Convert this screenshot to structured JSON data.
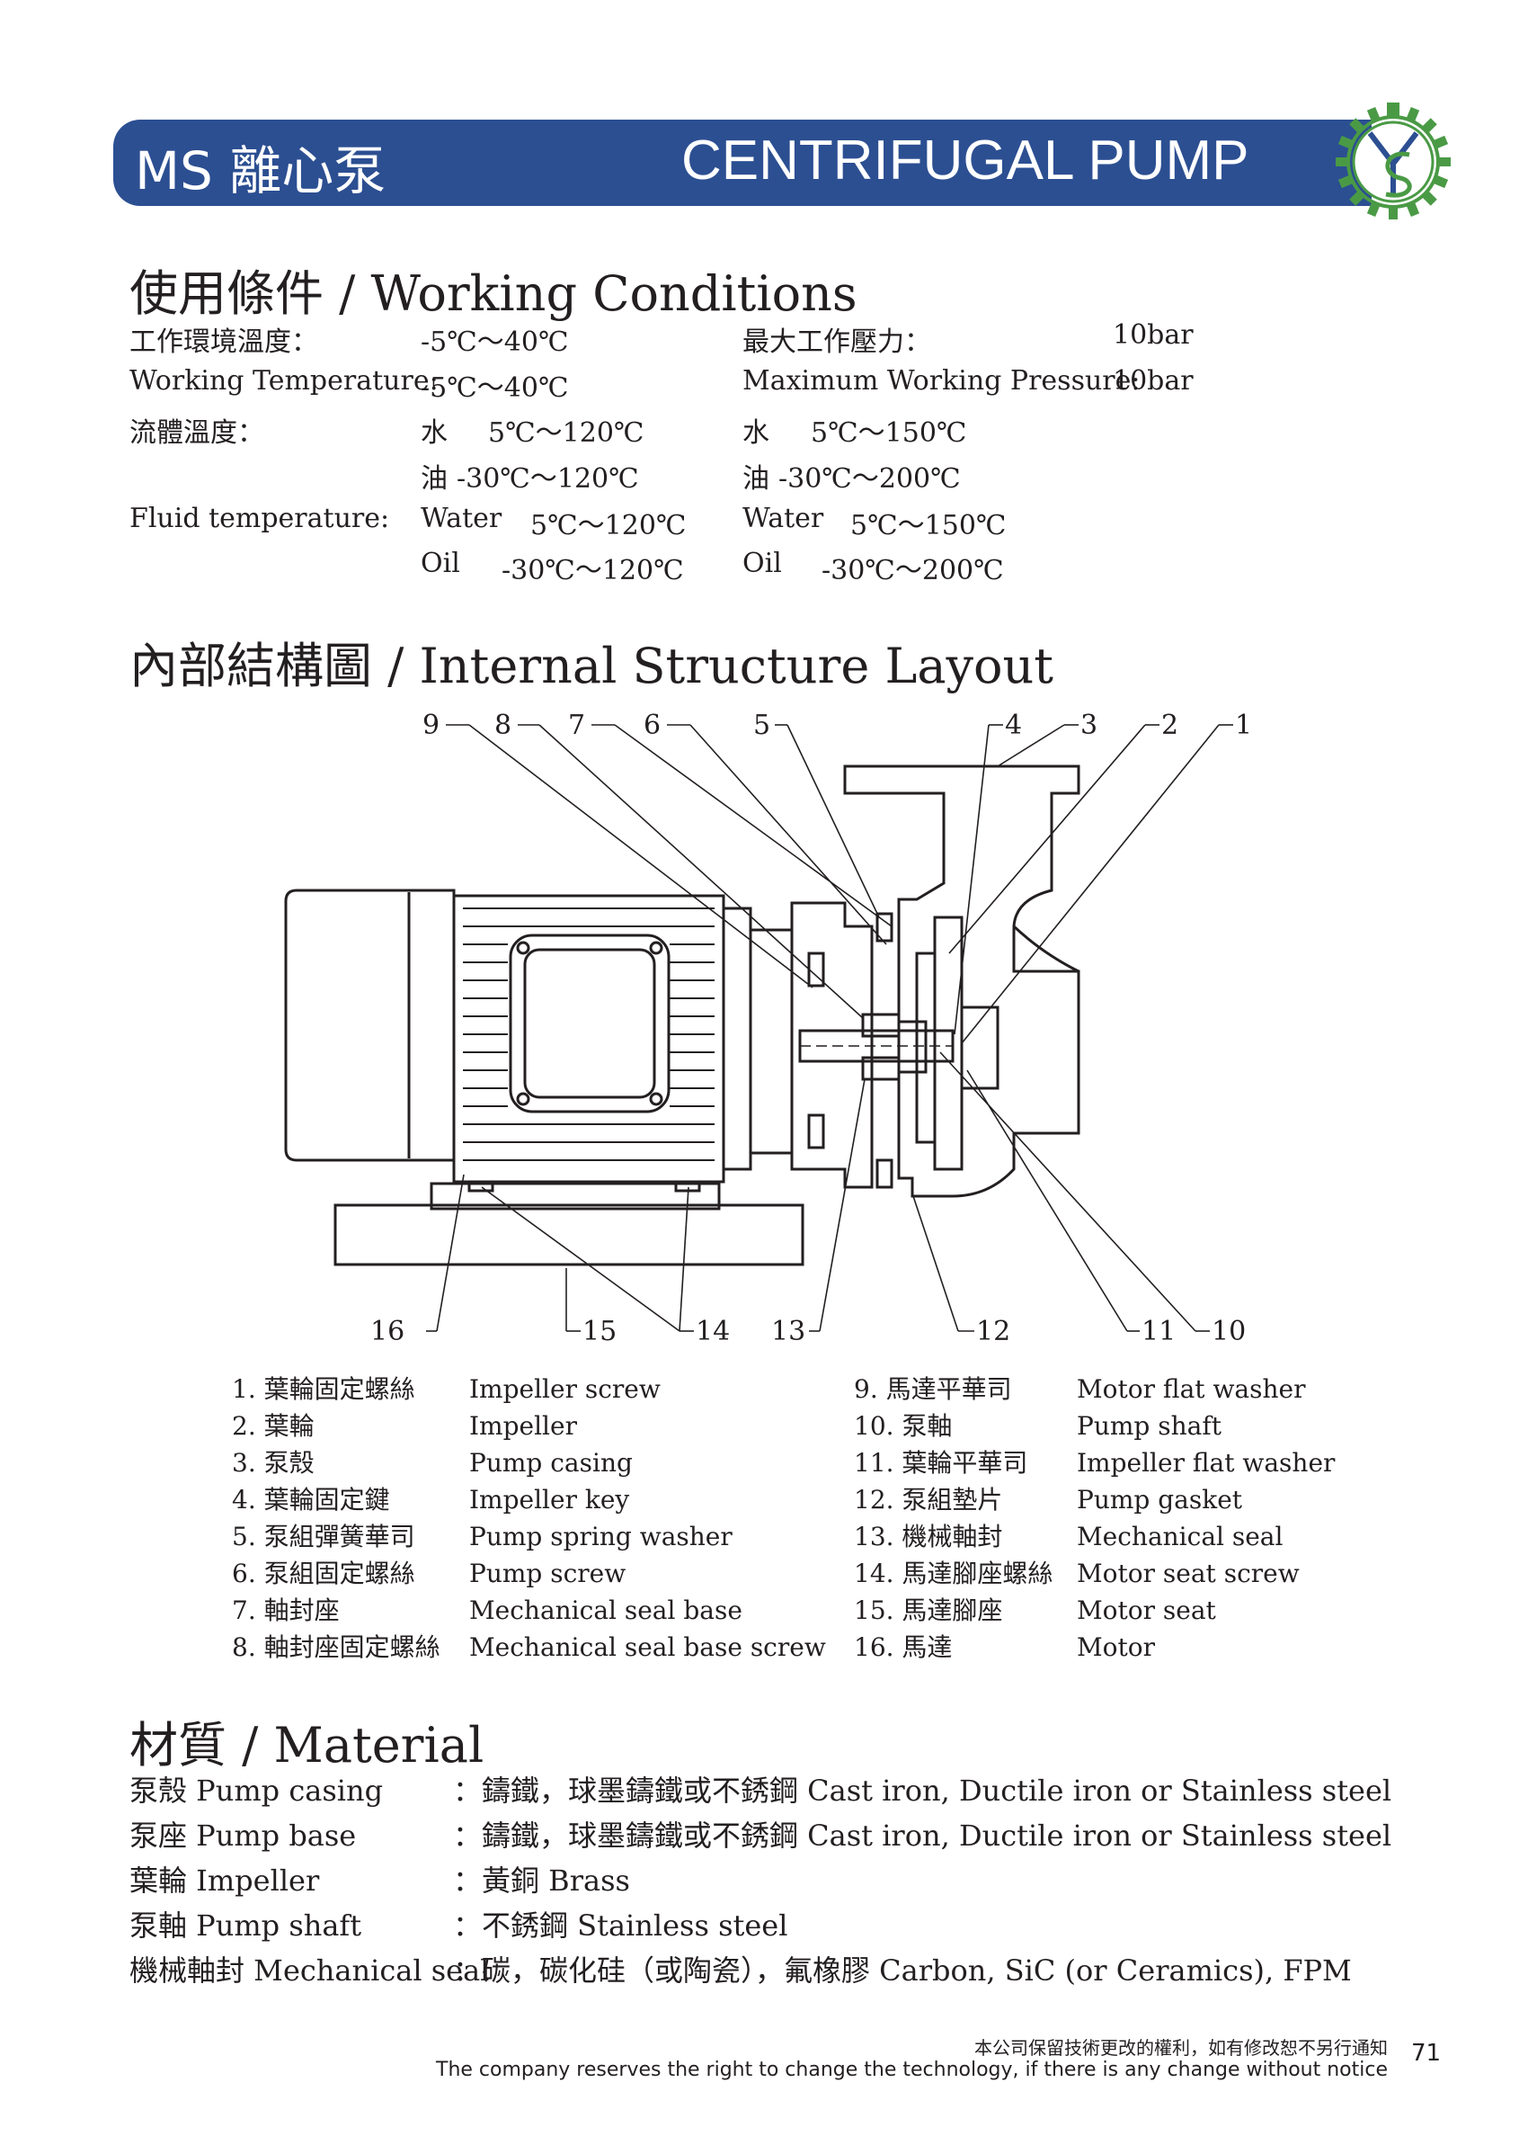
{
  "header": {
    "left_title": "MS 離心泵",
    "right_title": "CENTRIFUGAL PUMP",
    "logo_icon": "ys-gear-logo"
  },
  "colors": {
    "banner": "#2c4f92",
    "logo_green": "#4a9a45",
    "logo_blue": "#2c4f92"
  },
  "working": {
    "heading": "使用條件 / Working Conditions",
    "env_temp_cn": "工作環境溫度：",
    "env_temp_cn_val": "-5℃～40℃",
    "env_temp_en": "Working Temperature:",
    "env_temp_en_val": "-5℃～40℃",
    "max_pressure_cn": "最大工作壓力：",
    "max_pressure_cn_val": "10bar",
    "max_pressure_en": "Maximum Working Pressure:",
    "max_pressure_en_val": "10bar",
    "fluid_cn": "流體溫度：",
    "fluid_en": "Fluid temperature:",
    "col1": {
      "water_cn": "水",
      "water_cn_val": "5℃～120℃",
      "oil_cn": "油",
      "oil_cn_val": "-30℃～120℃",
      "water_en": "Water",
      "water_en_val": "5℃～120℃",
      "oil_en": "Oil",
      "oil_en_val": "-30℃～120℃"
    },
    "col2": {
      "water_cn": "水",
      "water_cn_val": "5℃～150℃",
      "oil_cn": "油",
      "oil_cn_val": "-30℃～200℃",
      "water_en": "Water",
      "water_en_val": "5℃～150℃",
      "oil_en": "Oil",
      "oil_en_val": "-30℃～200℃"
    }
  },
  "structure": {
    "heading": "內部結構圖 / Internal Structure Layout",
    "callouts_top": [
      "9",
      "8",
      "7",
      "6",
      "5",
      "4",
      "3",
      "2",
      "1"
    ],
    "callouts_bottom": [
      "16",
      "15",
      "14",
      "13",
      "12",
      "11",
      "10"
    ],
    "parts_left": [
      {
        "cn": "1. 葉輪固定螺絲",
        "en": "Impeller screw"
      },
      {
        "cn": "2. 葉輪",
        "en": "Impeller"
      },
      {
        "cn": "3. 泵殼",
        "en": "Pump casing"
      },
      {
        "cn": "4. 葉輪固定鍵",
        "en": "Impeller key"
      },
      {
        "cn": "5. 泵組彈簧華司",
        "en": "Pump spring washer"
      },
      {
        "cn": "6. 泵組固定螺絲",
        "en": "Pump screw"
      },
      {
        "cn": "7. 軸封座",
        "en": "Mechanical seal base"
      },
      {
        "cn": "8. 軸封座固定螺絲",
        "en": "Mechanical seal base screw"
      }
    ],
    "parts_right": [
      {
        "cn": "9. 馬達平華司",
        "en": "Motor flat washer"
      },
      {
        "cn": "10. 泵軸",
        "en": "Pump shaft"
      },
      {
        "cn": "11. 葉輪平華司",
        "en": "Impeller flat washer"
      },
      {
        "cn": "12. 泵組墊片",
        "en": "Pump gasket"
      },
      {
        "cn": "13. 機械軸封",
        "en": "Mechanical seal"
      },
      {
        "cn": "14. 馬達腳座螺絲",
        "en": "Motor seat screw"
      },
      {
        "cn": "15. 馬達腳座",
        "en": "Motor seat"
      },
      {
        "cn": "16. 馬達",
        "en": "Motor"
      }
    ]
  },
  "material": {
    "heading": "材質 / Material",
    "rows": [
      {
        "name": "泵殼 Pump casing",
        "value": "：鑄鐵，球墨鑄鐵或不銹鋼 Cast iron, Ductile iron or Stainless steel"
      },
      {
        "name": "泵座 Pump base",
        "value": "：鑄鐵，球墨鑄鐵或不銹鋼 Cast iron, Ductile iron or Stainless steel"
      },
      {
        "name": "葉輪 Impeller",
        "value": "：黃銅 Brass"
      },
      {
        "name": "泵軸 Pump shaft",
        "value": "：不銹鋼 Stainless steel"
      },
      {
        "name": "機械軸封 Mechanical seal",
        "value": "：碳，碳化硅（或陶瓷），氟橡膠 Carbon, SiC (or Ceramics), FPM"
      }
    ]
  },
  "footer": {
    "notice_cn": "本公司保留技術更改的權利，如有修改恕不另行通知",
    "notice_en": "The company reserves the right to change the technology, if there is any change without notice",
    "page_number": "71"
  }
}
